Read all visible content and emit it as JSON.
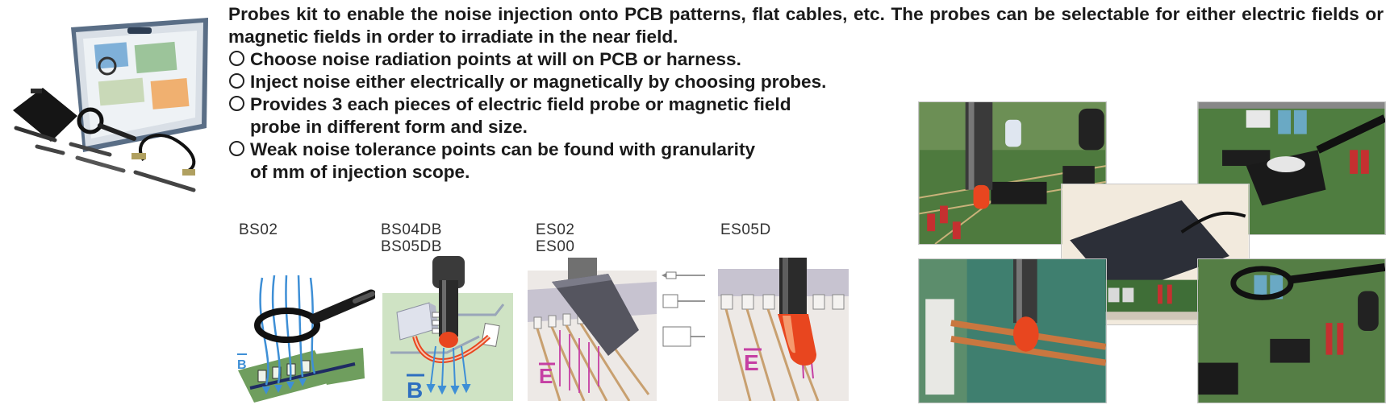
{
  "intro": {
    "text": "Probes kit to enable the noise injection onto PCB patterns, flat cables, etc. The probes can be selectable for either electric fields or magnetic fields in order to irradiate in the near field.",
    "bullets": [
      "Choose noise radiation points at will on PCB or harness.",
      "Inject noise either electrically or magnetically by choosing probes.",
      "Provides 3 each pieces of electric field probe or magnetic field probe in different form and size.",
      "Weak noise tolerance points can be found with granularity of mm of injection scope."
    ]
  },
  "probes": [
    {
      "lines": [
        "BS02"
      ],
      "field_symbol": "B"
    },
    {
      "lines": [
        "BS04DB",
        "BS05DB"
      ],
      "field_symbol": "B"
    },
    {
      "lines": [
        "ES02",
        "ES00"
      ],
      "field_symbol": "E"
    },
    {
      "lines": [
        "ES05D"
      ],
      "field_symbol": "E"
    }
  ],
  "colors": {
    "pcb_green": "#5f8f4e",
    "field_blue": "#3e8fd6",
    "field_magenta": "#c53fa3",
    "probe_red": "#e8461f"
  }
}
